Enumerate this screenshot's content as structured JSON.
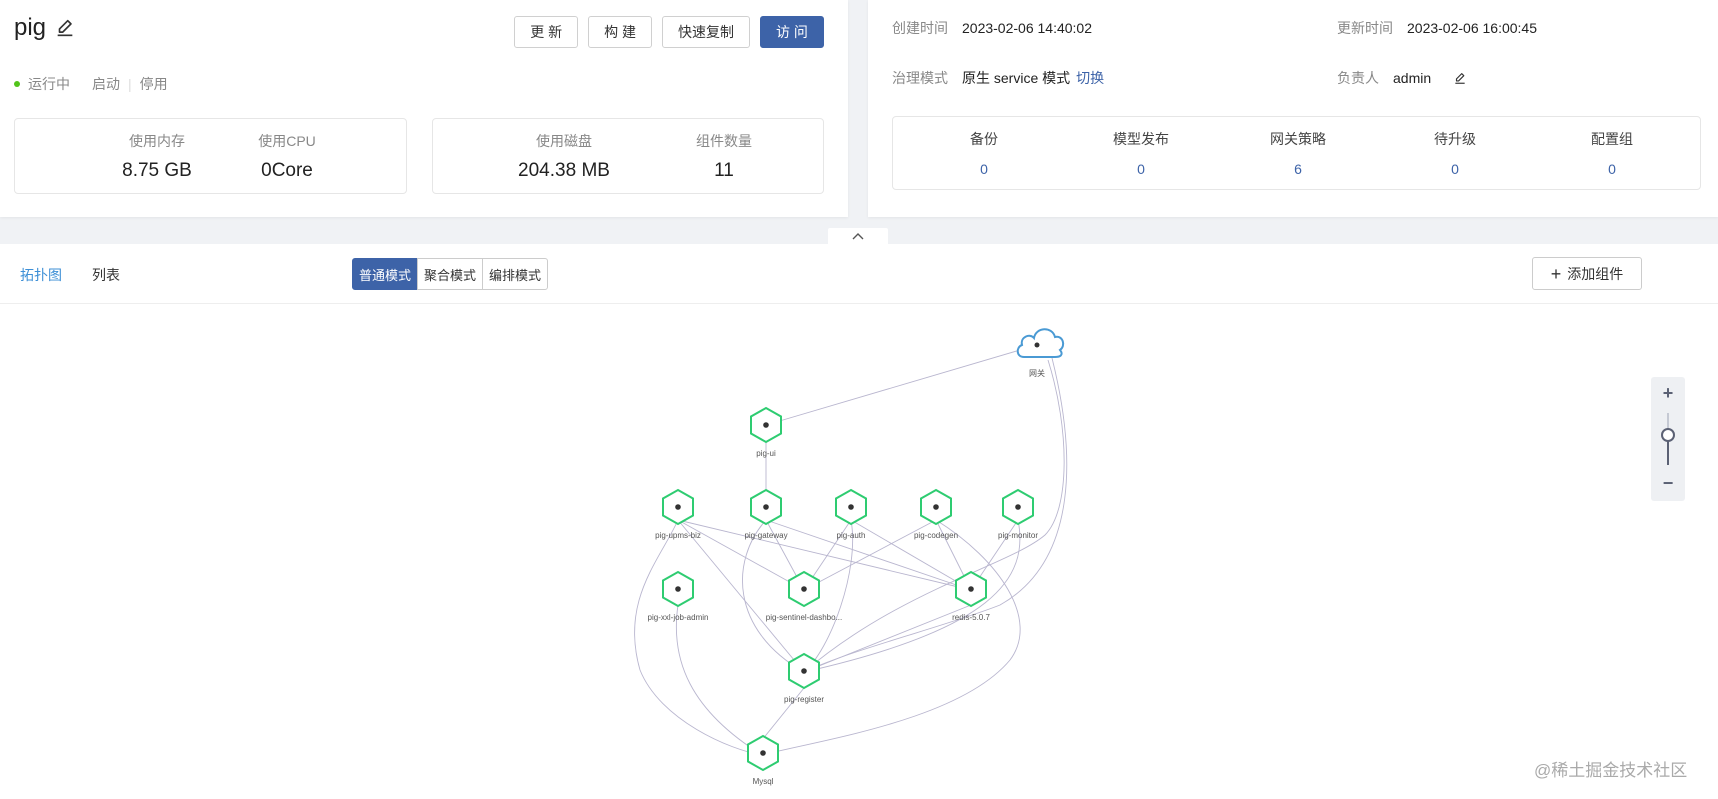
{
  "app": {
    "name": "pig",
    "status": "运行中",
    "start_label": "启动",
    "stop_label": "停用",
    "status_color": "#52c41a"
  },
  "toolbar": {
    "update_label": "更 新",
    "build_label": "构 建",
    "copy_label": "快速复制",
    "visit_label": "访 问"
  },
  "resources": {
    "memory_label": "使用内存",
    "memory_value": "8.75 GB",
    "cpu_label": "使用CPU",
    "cpu_value": "0Core",
    "disk_label": "使用磁盘",
    "disk_value": "204.38 MB",
    "component_label": "组件数量",
    "component_value": "11"
  },
  "info": {
    "created_label": "创建时间",
    "created_value": "2023-02-06 14:40:02",
    "updated_label": "更新时间",
    "updated_value": "2023-02-06 16:00:45",
    "governance_label": "治理模式",
    "governance_value": "原生 service 模式",
    "governance_switch": "切换",
    "owner_label": "负责人",
    "owner_value": "admin"
  },
  "summary": [
    {
      "label": "备份",
      "value": "0"
    },
    {
      "label": "模型发布",
      "value": "0"
    },
    {
      "label": "网关策略",
      "value": "6"
    },
    {
      "label": "待升级",
      "value": "0"
    },
    {
      "label": "配置组",
      "value": "0"
    }
  ],
  "view_tabs": {
    "topology": "拓扑图",
    "list": "列表"
  },
  "modes": {
    "normal": "普通模式",
    "aggregate": "聚合模式",
    "arrange": "编排模式"
  },
  "add_component_label": "添加组件",
  "topology_nodes": {
    "gateway": "网关",
    "pig_ui": "pig-ui",
    "pig_upms_biz": "pig-upms-biz",
    "pig_gateway": "pig-gateway",
    "pig_auth": "pig-auth",
    "pig_codegen": "pig-codegen",
    "pig_monitor": "pig-monitor",
    "pig_xxl_job_admin": "pig-xxl-job-admin",
    "pig_sentinel": "pig-sentinel-dashbo...",
    "redis": "redis-5.0.7",
    "pig_register": "pig-register",
    "mysql": "Mysql"
  },
  "colors": {
    "accent": "#3d63a8",
    "node_stroke": "#2ecc71",
    "link": "#3d8fd6"
  },
  "watermark": "@稀土掘金技术社区"
}
